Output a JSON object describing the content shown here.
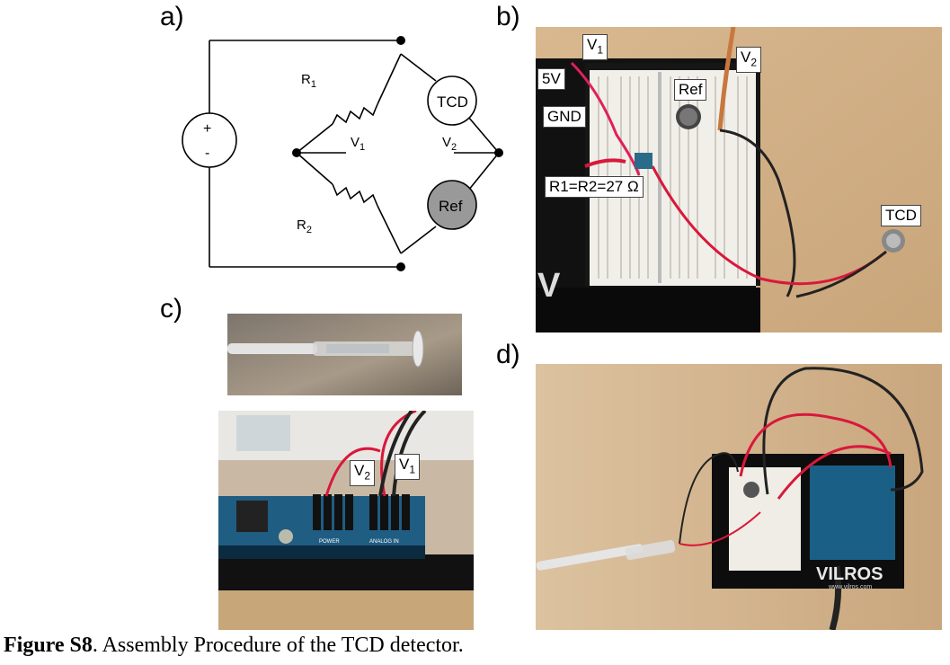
{
  "panels": {
    "a": "a)",
    "b": "b)",
    "c": "c)",
    "d": "d)"
  },
  "schematic": {
    "source_plus": "+",
    "source_minus": "-",
    "r1": "R",
    "r1_sub": "1",
    "r2": "R",
    "r2_sub": "2",
    "v1": "V",
    "v1_sub": "1",
    "v2": "V",
    "v2_sub": "2",
    "tcd": "TCD",
    "ref": "Ref"
  },
  "photo_b": {
    "v1": "V",
    "v1_sub": "1",
    "v2": "V",
    "v2_sub": "2",
    "five_v": "5V",
    "gnd": "GND",
    "ref": "Ref",
    "resistors": "R1=R2=27 Ω",
    "tcd": "TCD"
  },
  "photo_c": {
    "v2": "V",
    "v2_sub": "2",
    "v1": "V",
    "v1_sub": "1",
    "power_text": "POWER",
    "analog_text": "ANALOG IN"
  },
  "photo_d": {
    "brand": "VILROS",
    "url": "www.vilros.com"
  },
  "caption": {
    "label": "Figure S8",
    "text": ". Assembly Procedure of the TCD detector."
  }
}
